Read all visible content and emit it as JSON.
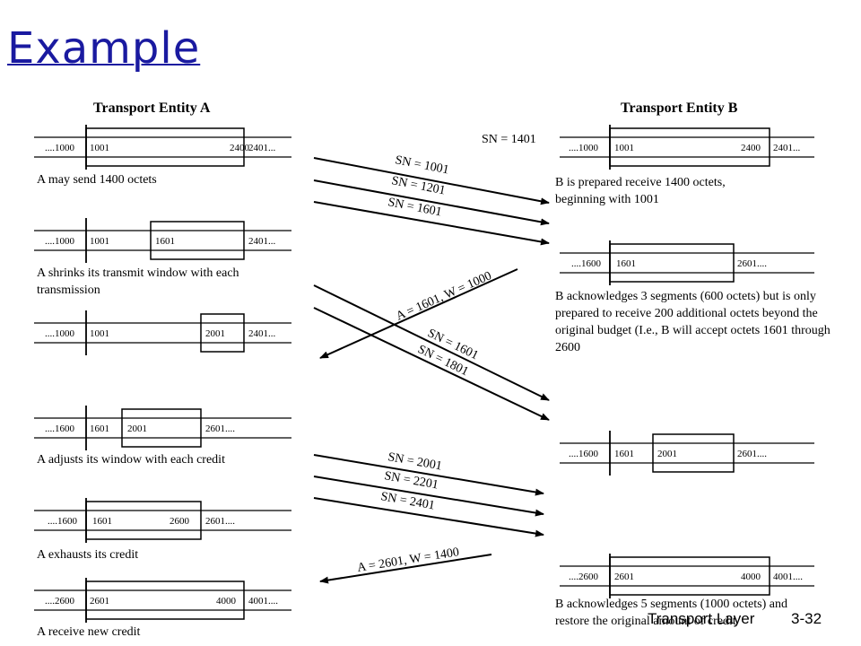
{
  "title": "Example",
  "entityA": {
    "title": "Transport Entity A"
  },
  "entityB": {
    "title": "Transport Entity B",
    "sn_note": "SN = 1401"
  },
  "a_panels": [
    {
      "nums": [
        "....1000",
        "1001",
        "2400",
        "2401..."
      ],
      "caption": "A may send 1400 octets"
    },
    {
      "nums": [
        "....1000",
        "1001",
        "1601",
        "2401..."
      ],
      "caption": "A shrinks its transmit window with each transmission"
    },
    {
      "nums": [
        "....1000",
        "1001",
        "2001",
        "2401..."
      ],
      "caption": ""
    },
    {
      "nums": [
        "....1600",
        "1601",
        "2001",
        "2601...."
      ],
      "caption": "A adjusts its window with each credit"
    },
    {
      "nums": [
        "....1600",
        "1601",
        "2600",
        "2601...."
      ],
      "caption": "A exhausts its credit"
    },
    {
      "nums": [
        "....2600",
        "2601",
        "4000",
        "4001...."
      ],
      "caption": "A receive new credit"
    }
  ],
  "b_panels": [
    {
      "nums": [
        "....1000",
        "1001",
        "2400",
        "2401..."
      ],
      "caption": "B is prepared receive 1400 octets, beginning with 1001"
    },
    {
      "nums": [
        "....1600",
        "1601",
        "2601...."
      ],
      "caption": "B acknowledges 3 segments (600 octets) but is only prepared to receive 200 additional octets beyond the original budget (I.e., B will accept octets 1601 through 2600"
    },
    {
      "nums": [
        "....1600",
        "1601",
        "2001",
        "2601...."
      ],
      "caption": ""
    },
    {
      "nums": [
        "....2600",
        "2601",
        "4000",
        "4001...."
      ],
      "caption": "B acknowledges 5 segments (1000 octets) and restore the original amount of credit"
    }
  ],
  "messages": [
    {
      "label": "SN = 1001"
    },
    {
      "label": "SN = 1201"
    },
    {
      "label": "SN = 1601"
    },
    {
      "label": "A = 1601, W = 1000"
    },
    {
      "label": "SN = 1601"
    },
    {
      "label": "SN = 1801"
    },
    {
      "label": "SN = 2001"
    },
    {
      "label": "SN = 2201"
    },
    {
      "label": "SN = 2401"
    },
    {
      "label": "A = 2601, W = 1400"
    }
  ],
  "footer": {
    "text": "Transport Layer",
    "page": "3-32"
  }
}
